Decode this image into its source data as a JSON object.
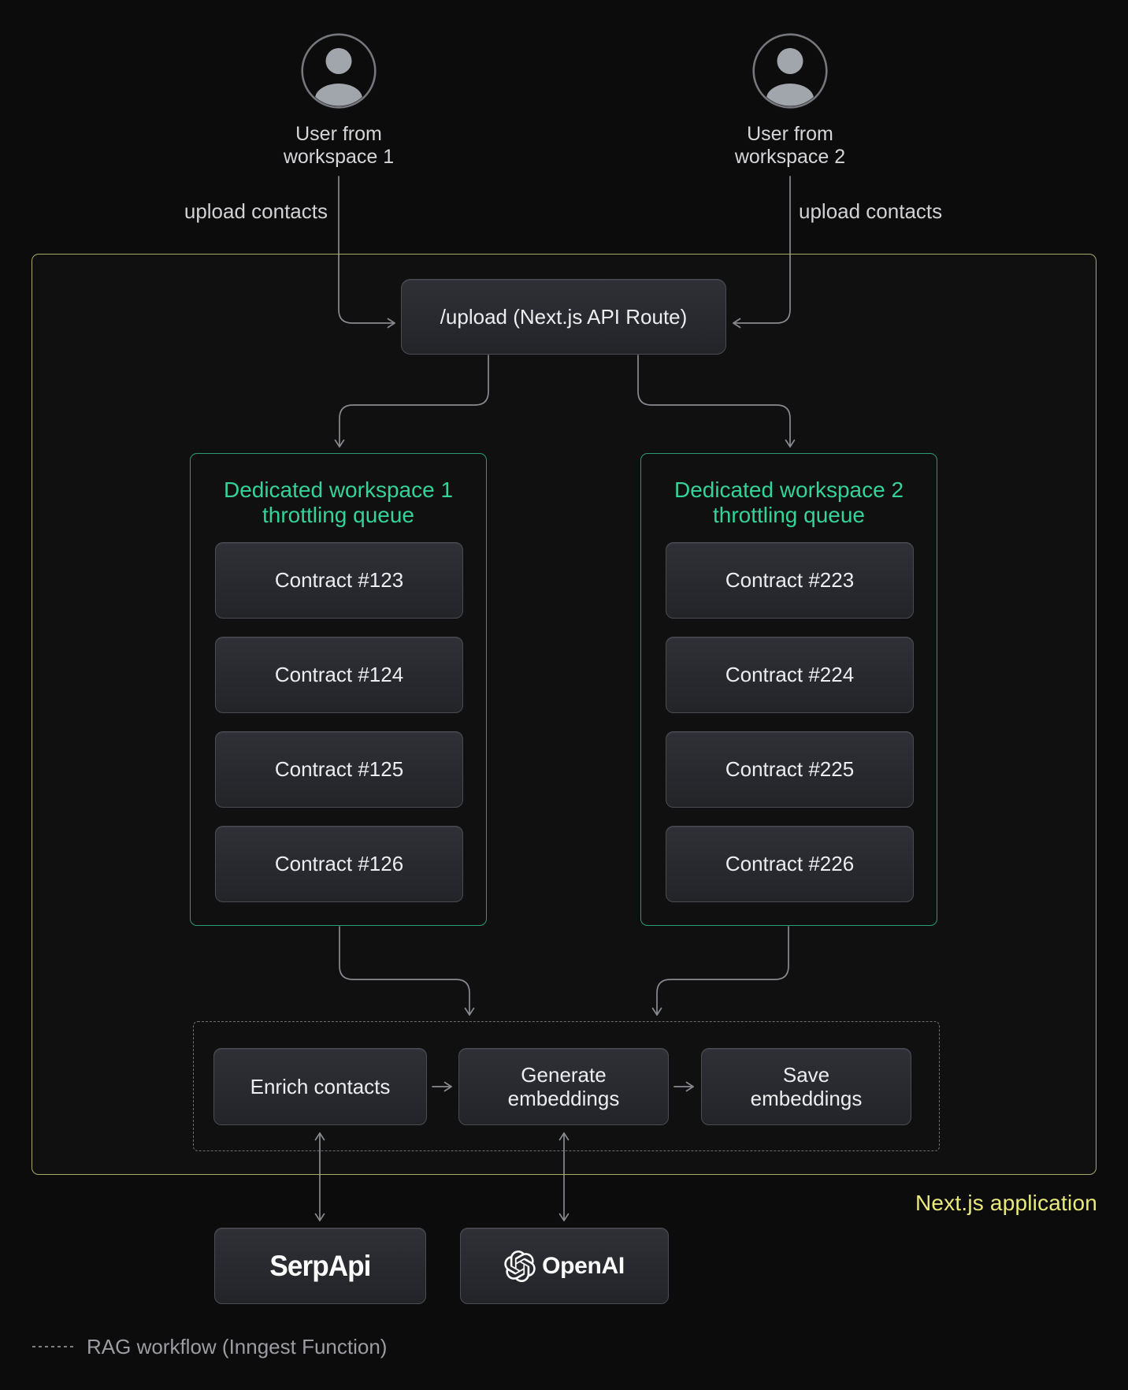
{
  "colors": {
    "background": "#0c0c0d",
    "container_border": "#a9a96b",
    "container_label_text": "#e9e97a",
    "queue_border": "#2a9c73",
    "queue_title_text": "#34d399",
    "node_border": "#4b4c53",
    "node_fill_top": "#2f3036",
    "node_fill_bottom": "#232428",
    "node_text": "#ededef",
    "muted_text": "#d6d6d9",
    "legend_text": "#9a9aa0",
    "arrow": "#87888d"
  },
  "users": [
    {
      "label": "User from\nworkspace 1",
      "edge_label": "upload contacts"
    },
    {
      "label": "User from\nworkspace 2",
      "edge_label": "upload contacts"
    }
  ],
  "api_route": {
    "label": "/upload (Next.js API Route)"
  },
  "queues": [
    {
      "title": "Dedicated workspace 1\nthrottling queue",
      "items": [
        "Contract #123",
        "Contract #124",
        "Contract #125",
        "Contract #126"
      ]
    },
    {
      "title": "Dedicated workspace 2\nthrottling queue",
      "items": [
        "Contract #223",
        "Contract #224",
        "Contract #225",
        "Contract #226"
      ]
    }
  ],
  "workflow": {
    "steps": [
      {
        "label": "Enrich contacts"
      },
      {
        "label": "Generate\nembeddings"
      },
      {
        "label": "Save\nembeddings"
      }
    ]
  },
  "services": [
    {
      "label": "SerpApi"
    },
    {
      "label": "OpenAI"
    }
  ],
  "container_label": "Next.js application",
  "legend": {
    "label": "RAG workflow (Inngest Function)"
  }
}
